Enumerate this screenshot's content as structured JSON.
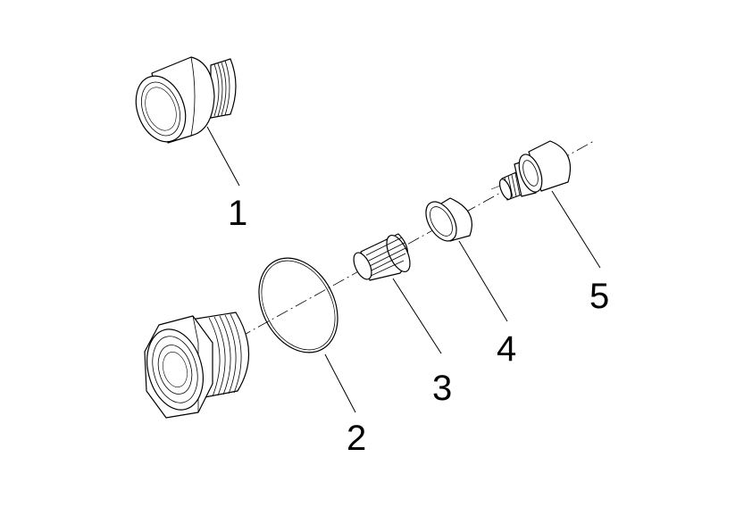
{
  "callouts": {
    "part_1": "1",
    "part_2": "2",
    "part_3": "3",
    "part_4": "4",
    "part_5": "5"
  }
}
